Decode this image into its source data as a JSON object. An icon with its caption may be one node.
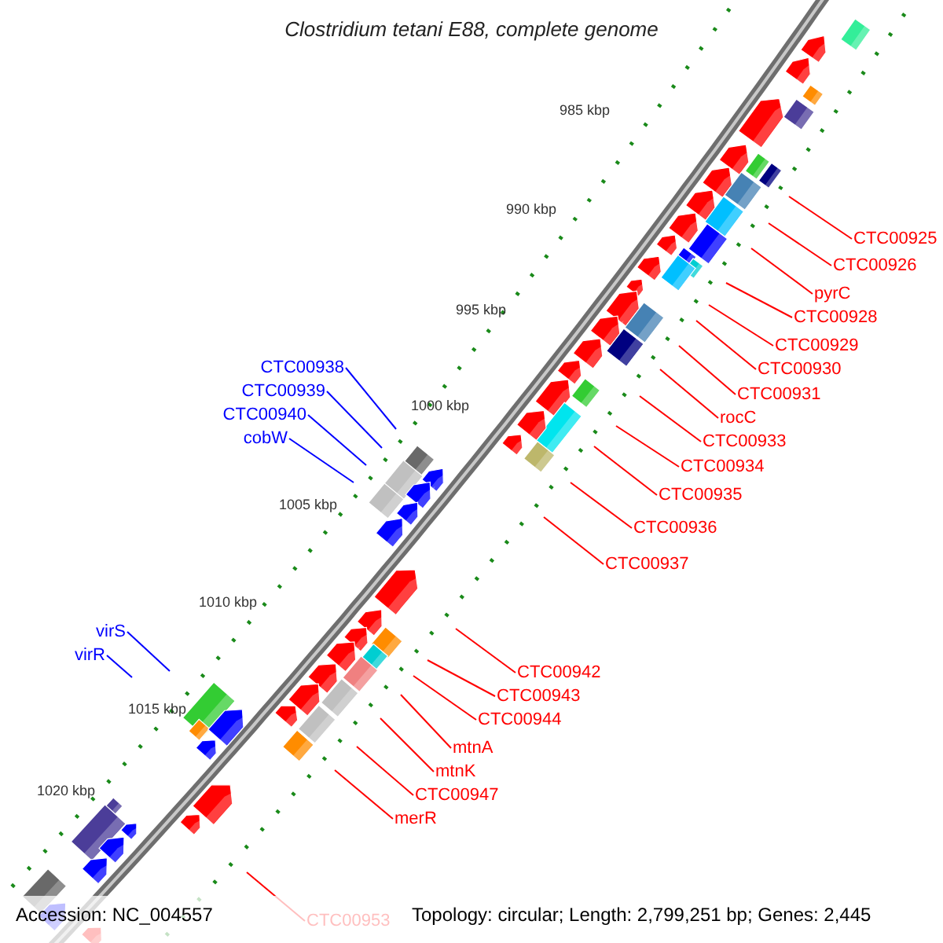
{
  "diagram": {
    "title": "Clostridium tetani E88, complete genome",
    "nodes": [
      {
        "text": [
          "CTC00925"
        ]
      },
      {
        "text": [
          "CTC00926"
        ]
      },
      {
        "text": [
          "pyrC"
        ]
      },
      {
        "text": [
          "CTC00928"
        ]
      },
      {
        "text": [
          "CTC00929"
        ]
      },
      {
        "text": [
          "CTC00930"
        ]
      },
      {
        "text": [
          "CTC00931"
        ]
      },
      {
        "text": [
          "rocC"
        ]
      },
      {
        "text": [
          "CTC00933"
        ]
      },
      {
        "text": [
          "CTC00934"
        ]
      },
      {
        "text": [
          "CTC00935"
        ]
      },
      {
        "text": [
          "CTC00936"
        ]
      },
      {
        "text": [
          "CTC00937"
        ]
      },
      {
        "text": [
          "CTC00942"
        ]
      },
      {
        "text": [
          "CTC00943"
        ]
      },
      {
        "text": [
          "CTC00944"
        ]
      },
      {
        "text": [
          "mtnA"
        ]
      },
      {
        "text": [
          "mtnK"
        ]
      },
      {
        "text": [
          "CTC00947"
        ]
      },
      {
        "text": [
          "merR"
        ]
      },
      {
        "text": [
          "CTC00953"
        ]
      },
      {
        "text": [
          "CTC00938"
        ]
      },
      {
        "text": [
          "CTC00939"
        ]
      },
      {
        "text": [
          "CTC00940"
        ]
      },
      {
        "text": [
          "cobW"
        ]
      },
      {
        "text": [
          "virS"
        ]
      },
      {
        "text": [
          "virR"
        ]
      }
    ],
    "edges": [
      {
        "from": 0,
        "to": null,
        "arrow": "none"
      },
      {
        "from": 1,
        "to": null,
        "arrow": "none"
      },
      {
        "from": 2,
        "to": null,
        "arrow": "none"
      },
      {
        "from": 3,
        "to": null,
        "arrow": "none"
      },
      {
        "from": 4,
        "to": null,
        "arrow": "none"
      },
      {
        "from": 5,
        "to": null,
        "arrow": "none"
      },
      {
        "from": 6,
        "to": null,
        "arrow": "none"
      },
      {
        "from": 7,
        "to": null,
        "arrow": "none"
      },
      {
        "from": 8,
        "to": null,
        "arrow": "none"
      },
      {
        "from": 9,
        "to": null,
        "arrow": "none"
      },
      {
        "from": 10,
        "to": null,
        "arrow": "none"
      },
      {
        "from": 11,
        "to": null,
        "arrow": "none"
      },
      {
        "from": 12,
        "to": null,
        "arrow": "none"
      },
      {
        "from": 13,
        "to": null,
        "arrow": "none"
      },
      {
        "from": 14,
        "to": null,
        "arrow": "none"
      },
      {
        "from": 15,
        "to": null,
        "arrow": "none"
      },
      {
        "from": 16,
        "to": null,
        "arrow": "none"
      },
      {
        "from": 17,
        "to": null,
        "arrow": "none"
      },
      {
        "from": 18,
        "to": null,
        "arrow": "none"
      },
      {
        "from": 19,
        "to": null,
        "arrow": "none"
      },
      {
        "from": 20,
        "to": null,
        "arrow": "none"
      },
      {
        "from": 21,
        "to": null,
        "arrow": "none",
        "color": "#0000ff"
      },
      {
        "from": 22,
        "to": null,
        "arrow": "none",
        "color": "#0000ff"
      },
      {
        "from": 23,
        "to": null,
        "arrow": "none",
        "color": "#0000ff"
      },
      {
        "from": 24,
        "to": null,
        "arrow": "none",
        "color": "#0000ff"
      },
      {
        "from": 25,
        "to": null,
        "arrow": "none",
        "color": "#0000ff"
      },
      {
        "from": 26,
        "to": null,
        "arrow": "none",
        "color": "#0000ff"
      }
    ],
    "labels": [
      "985 kbp",
      "990 kbp",
      "995 kbp",
      "1000 kbp",
      "1005 kbp",
      "1010 kbp",
      "1015 kbp",
      "1020 kbp",
      "Accession: NC_004557",
      "Topology: circular; Length: 2,799,251 bp; Genes: 2,445"
    ]
  }
}
